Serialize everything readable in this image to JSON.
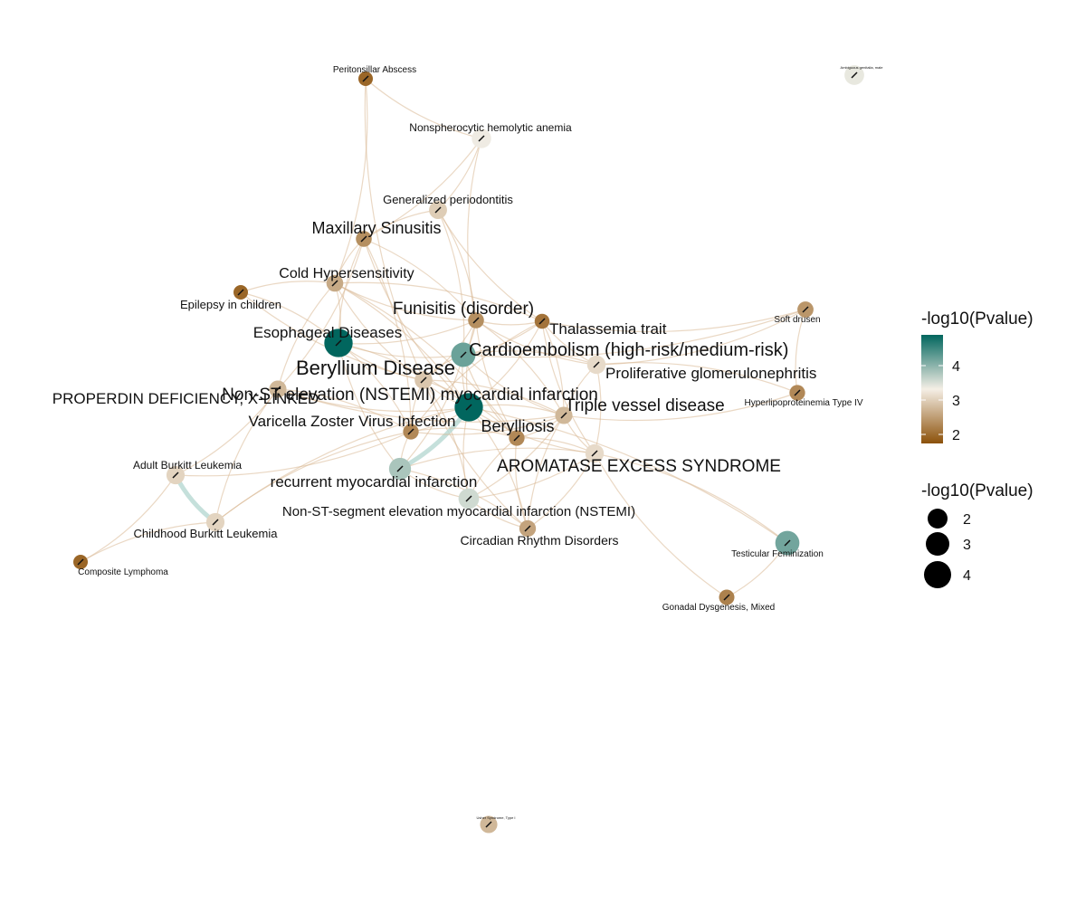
{
  "colors": {
    "low": "#8c510a",
    "mid": "#f5efe6",
    "high": "#01665e",
    "edge": "#d8b894",
    "strong_edge": "#b7d8d2"
  },
  "nodes": [
    {
      "id": "peritonsillar",
      "label": "Peritonsillar Abscess",
      "pvalue": 2.0
    },
    {
      "id": "nonspherocytic",
      "label": "Nonspherocytic hemolytic anemia",
      "pvalue": 3.05
    },
    {
      "id": "generalized_perio",
      "label": "Generalized periodontitis",
      "pvalue": 2.75
    },
    {
      "id": "maxillary",
      "label": "Maxillary Sinusitis",
      "pvalue": 2.3
    },
    {
      "id": "cold_hyper",
      "label": "Cold Hypersensitivity",
      "pvalue": 2.5
    },
    {
      "id": "epilepsy",
      "label": "Epilepsy in children",
      "pvalue": 2.0
    },
    {
      "id": "funisitis",
      "label": "Funisitis (disorder)",
      "pvalue": 2.3
    },
    {
      "id": "thalassemia",
      "label": "Thalassemia trait",
      "pvalue": 2.1
    },
    {
      "id": "soft_drusen",
      "label": "Soft drusen",
      "pvalue": 2.35
    },
    {
      "id": "esophageal",
      "label": "Esophageal Diseases",
      "pvalue": 4.95
    },
    {
      "id": "beryllium",
      "label": "Beryllium Disease",
      "pvalue": 2.7
    },
    {
      "id": "cardioembolism",
      "label": "Cardioembolism (high-risk/medium-risk)",
      "pvalue": 4.1
    },
    {
      "id": "proliferative",
      "label": "Proliferative glomerulonephritis",
      "pvalue": 2.85
    },
    {
      "id": "hyperlipo",
      "label": "Hyperlipoproteinemia Type IV",
      "pvalue": 2.25
    },
    {
      "id": "properdin",
      "label": "PROPERDIN DEFICIENCY, X-LINKED",
      "pvalue": 2.6
    },
    {
      "id": "nstemi_mi",
      "label": "Non-ST elevation (NSTEMI) myocardial infarction",
      "pvalue": 4.95
    },
    {
      "id": "triple_vessel",
      "label": "Triple vessel disease",
      "pvalue": 2.6
    },
    {
      "id": "varicella",
      "label": "Varicella Zoster Virus Infection",
      "pvalue": 2.25
    },
    {
      "id": "berylliosis",
      "label": "Berylliosis",
      "pvalue": 2.25
    },
    {
      "id": "aromatase",
      "label": "AROMATASE EXCESS SYNDROME",
      "pvalue": 2.85
    },
    {
      "id": "adult_burkitt",
      "label": "Adult Burkitt Leukemia",
      "pvalue": 2.8
    },
    {
      "id": "recurrent_mi",
      "label": "recurrent myocardial infarction",
      "pvalue": 3.6
    },
    {
      "id": "nstemi_seg",
      "label": "Non-ST-segment elevation myocardial infarction (NSTEMI)",
      "pvalue": 3.3
    },
    {
      "id": "childhood_burkitt",
      "label": "Childhood Burkitt Leukemia",
      "pvalue": 2.8
    },
    {
      "id": "circadian",
      "label": "Circadian Rhythm Disorders",
      "pvalue": 2.45
    },
    {
      "id": "testicular",
      "label": "Testicular Feminization",
      "pvalue": 4.05
    },
    {
      "id": "composite_lymph",
      "label": "Composite Lymphoma",
      "pvalue": 2.0
    },
    {
      "id": "gonadal",
      "label": "Gonadal Dysgenesis, Mixed",
      "pvalue": 2.2
    },
    {
      "id": "ambiguous",
      "label": "Ambiguous genitalia, male",
      "pvalue": 3.1
    },
    {
      "id": "usher",
      "label": "Usher Syndrome, Type I",
      "pvalue": 2.6
    }
  ],
  "edges": [
    [
      "peritonsillar",
      "nonspherocytic"
    ],
    [
      "peritonsillar",
      "cold_hyper"
    ],
    [
      "peritonsillar",
      "beryllium"
    ],
    [
      "nonspherocytic",
      "generalized_perio"
    ],
    [
      "nonspherocytic",
      "funisitis"
    ],
    [
      "nonspherocytic",
      "maxillary"
    ],
    [
      "generalized_perio",
      "maxillary"
    ],
    [
      "generalized_perio",
      "funisitis"
    ],
    [
      "generalized_perio",
      "thalassemia"
    ],
    [
      "generalized_perio",
      "cardioembolism"
    ],
    [
      "maxillary",
      "cold_hyper"
    ],
    [
      "maxillary",
      "properdin"
    ],
    [
      "maxillary",
      "esophageal"
    ],
    [
      "maxillary",
      "funisitis"
    ],
    [
      "maxillary",
      "nstemi_mi"
    ],
    [
      "maxillary",
      "varicella"
    ],
    [
      "cold_hyper",
      "epilepsy"
    ],
    [
      "cold_hyper",
      "esophageal"
    ],
    [
      "cold_hyper",
      "beryllium"
    ],
    [
      "cold_hyper",
      "nstemi_mi"
    ],
    [
      "cold_hyper",
      "funisitis"
    ],
    [
      "cold_hyper",
      "berylliosis"
    ],
    [
      "cold_hyper",
      "properdin"
    ],
    [
      "cold_hyper",
      "thalassemia"
    ],
    [
      "epilepsy",
      "beryllium"
    ],
    [
      "epilepsy",
      "esophageal"
    ],
    [
      "funisitis",
      "thalassemia"
    ],
    [
      "funisitis",
      "cardioembolism"
    ],
    [
      "funisitis",
      "nstemi_mi"
    ],
    [
      "funisitis",
      "esophageal"
    ],
    [
      "funisitis",
      "proliferative"
    ],
    [
      "funisitis",
      "triple_vessel"
    ],
    [
      "funisitis",
      "berylliosis"
    ],
    [
      "funisitis",
      "beryllium"
    ],
    [
      "thalassemia",
      "soft_drusen"
    ],
    [
      "thalassemia",
      "cardioembolism"
    ],
    [
      "thalassemia",
      "proliferative"
    ],
    [
      "thalassemia",
      "triple_vessel"
    ],
    [
      "thalassemia",
      "aromatase"
    ],
    [
      "thalassemia",
      "nstemi_mi"
    ],
    [
      "thalassemia",
      "varicella"
    ],
    [
      "soft_drusen",
      "proliferative"
    ],
    [
      "soft_drusen",
      "hyperlipo"
    ],
    [
      "soft_drusen",
      "cardioembolism"
    ],
    [
      "esophageal",
      "beryllium"
    ],
    [
      "esophageal",
      "nstemi_mi"
    ],
    [
      "esophageal",
      "cardioembolism"
    ],
    [
      "esophageal",
      "varicella"
    ],
    [
      "esophageal",
      "recurrent_mi"
    ],
    [
      "beryllium",
      "cardioembolism"
    ],
    [
      "beryllium",
      "nstemi_mi"
    ],
    [
      "beryllium",
      "triple_vessel"
    ],
    [
      "beryllium",
      "varicella"
    ],
    [
      "beryllium",
      "berylliosis"
    ],
    [
      "beryllium",
      "circadian"
    ],
    [
      "beryllium",
      "nstemi_seg"
    ],
    [
      "cardioembolism",
      "nstemi_mi"
    ],
    [
      "cardioembolism",
      "proliferative"
    ],
    [
      "cardioembolism",
      "triple_vessel"
    ],
    [
      "cardioembolism",
      "recurrent_mi"
    ],
    [
      "cardioembolism",
      "berylliosis"
    ],
    [
      "proliferative",
      "hyperlipo"
    ],
    [
      "proliferative",
      "triple_vessel"
    ],
    [
      "proliferative",
      "aromatase"
    ],
    [
      "properdin",
      "nstemi_mi"
    ],
    [
      "properdin",
      "adult_burkitt"
    ],
    [
      "properdin",
      "childhood_burkitt"
    ],
    [
      "properdin",
      "varicella"
    ],
    [
      "properdin",
      "triple_vessel"
    ],
    [
      "nstemi_mi",
      "recurrent_mi"
    ],
    [
      "nstemi_mi",
      "nstemi_seg"
    ],
    [
      "nstemi_mi",
      "triple_vessel"
    ],
    [
      "nstemi_mi",
      "berylliosis"
    ],
    [
      "nstemi_mi",
      "varicella"
    ],
    [
      "nstemi_mi",
      "aromatase"
    ],
    [
      "nstemi_mi",
      "circadian"
    ],
    [
      "triple_vessel",
      "aromatase"
    ],
    [
      "triple_vessel",
      "berylliosis"
    ],
    [
      "triple_vessel",
      "circadian"
    ],
    [
      "triple_vessel",
      "varicella"
    ],
    [
      "triple_vessel",
      "hyperlipo"
    ],
    [
      "triple_vessel",
      "nstemi_seg"
    ],
    [
      "varicella",
      "recurrent_mi"
    ],
    [
      "varicella",
      "adult_burkitt"
    ],
    [
      "varicella",
      "childhood_burkitt"
    ],
    [
      "varicella",
      "berylliosis"
    ],
    [
      "berylliosis",
      "circadian"
    ],
    [
      "berylliosis",
      "aromatase"
    ],
    [
      "berylliosis",
      "nstemi_seg"
    ],
    [
      "aromatase",
      "testicular"
    ],
    [
      "aromatase",
      "gonadal"
    ],
    [
      "aromatase",
      "circadian"
    ],
    [
      "aromatase",
      "recurrent_mi"
    ],
    [
      "aromatase",
      "nstemi_seg"
    ],
    [
      "adult_burkitt",
      "childhood_burkitt"
    ],
    [
      "adult_burkitt",
      "composite_lymph"
    ],
    [
      "childhood_burkitt",
      "composite_lymph"
    ],
    [
      "childhood_burkitt",
      "nstemi_mi"
    ],
    [
      "recurrent_mi",
      "nstemi_seg"
    ],
    [
      "recurrent_mi",
      "circadian"
    ],
    [
      "nstemi_seg",
      "circadian"
    ],
    [
      "testicular",
      "gonadal"
    ],
    [
      "testicular",
      "nstemi_mi"
    ]
  ],
  "strong_edges": [
    [
      "adult_burkitt",
      "childhood_burkitt"
    ],
    [
      "recurrent_mi",
      "nstemi_mi"
    ]
  ],
  "legend": {
    "color_title": "-log10(Pvalue)",
    "color_ticks": [
      "4",
      "3",
      "2"
    ],
    "size_title": "-log10(Pvalue)",
    "size_ticks": [
      "2",
      "3",
      "4"
    ]
  }
}
